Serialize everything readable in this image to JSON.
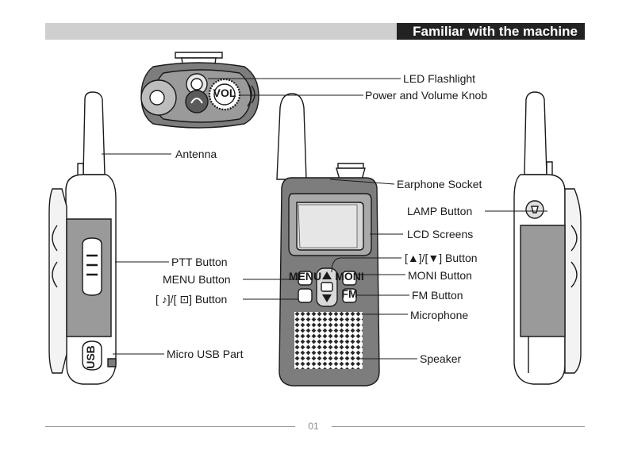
{
  "header": {
    "title": "Familiar with the machine"
  },
  "labels": {
    "led_flashlight": "LED Flashlight",
    "power_volume_knob": "Power and Volume Knob",
    "antenna": "Antenna",
    "earphone_socket": "Earphone Socket",
    "lamp_button": "LAMP Button",
    "lcd_screens": "LCD Screens",
    "ptt_button": "PTT Button",
    "up_down_button": "[▲]/[▼] Button",
    "menu_button": "MENU Button",
    "moni_button": "MONI Button",
    "call_lock_button": "[ ♪]/[ ⊡] Button",
    "fm_button": "FM Button",
    "microphone": "Microphone",
    "micro_usb_part": "Micro USB  Part",
    "speaker": "Speaker"
  },
  "device_markings": {
    "vol": "VOL",
    "menu": "MENU",
    "moni": "MONI",
    "fm": "FM",
    "usb": "USB"
  },
  "footer": {
    "page_number": "01"
  }
}
